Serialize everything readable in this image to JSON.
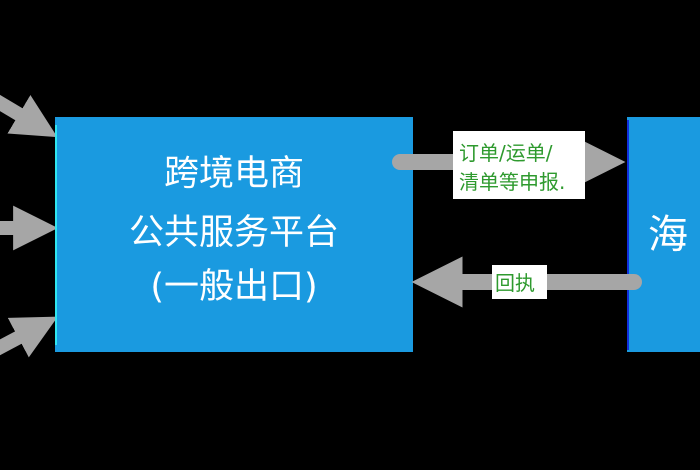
{
  "colors": {
    "background": "#000000",
    "box": "#1a9ae0",
    "arrow": "#a6a6a6",
    "label_text": "#2e9a2e",
    "label_bg": "#ffffff"
  },
  "platform_box": {
    "lines": [
      "跨境电商",
      "公共服务平台",
      "(一般出口)"
    ]
  },
  "customs_box": {
    "label": "海"
  },
  "arrows": {
    "submit_label": [
      "订单/运单/",
      "清单等申报."
    ],
    "receipt_label": "回执"
  }
}
